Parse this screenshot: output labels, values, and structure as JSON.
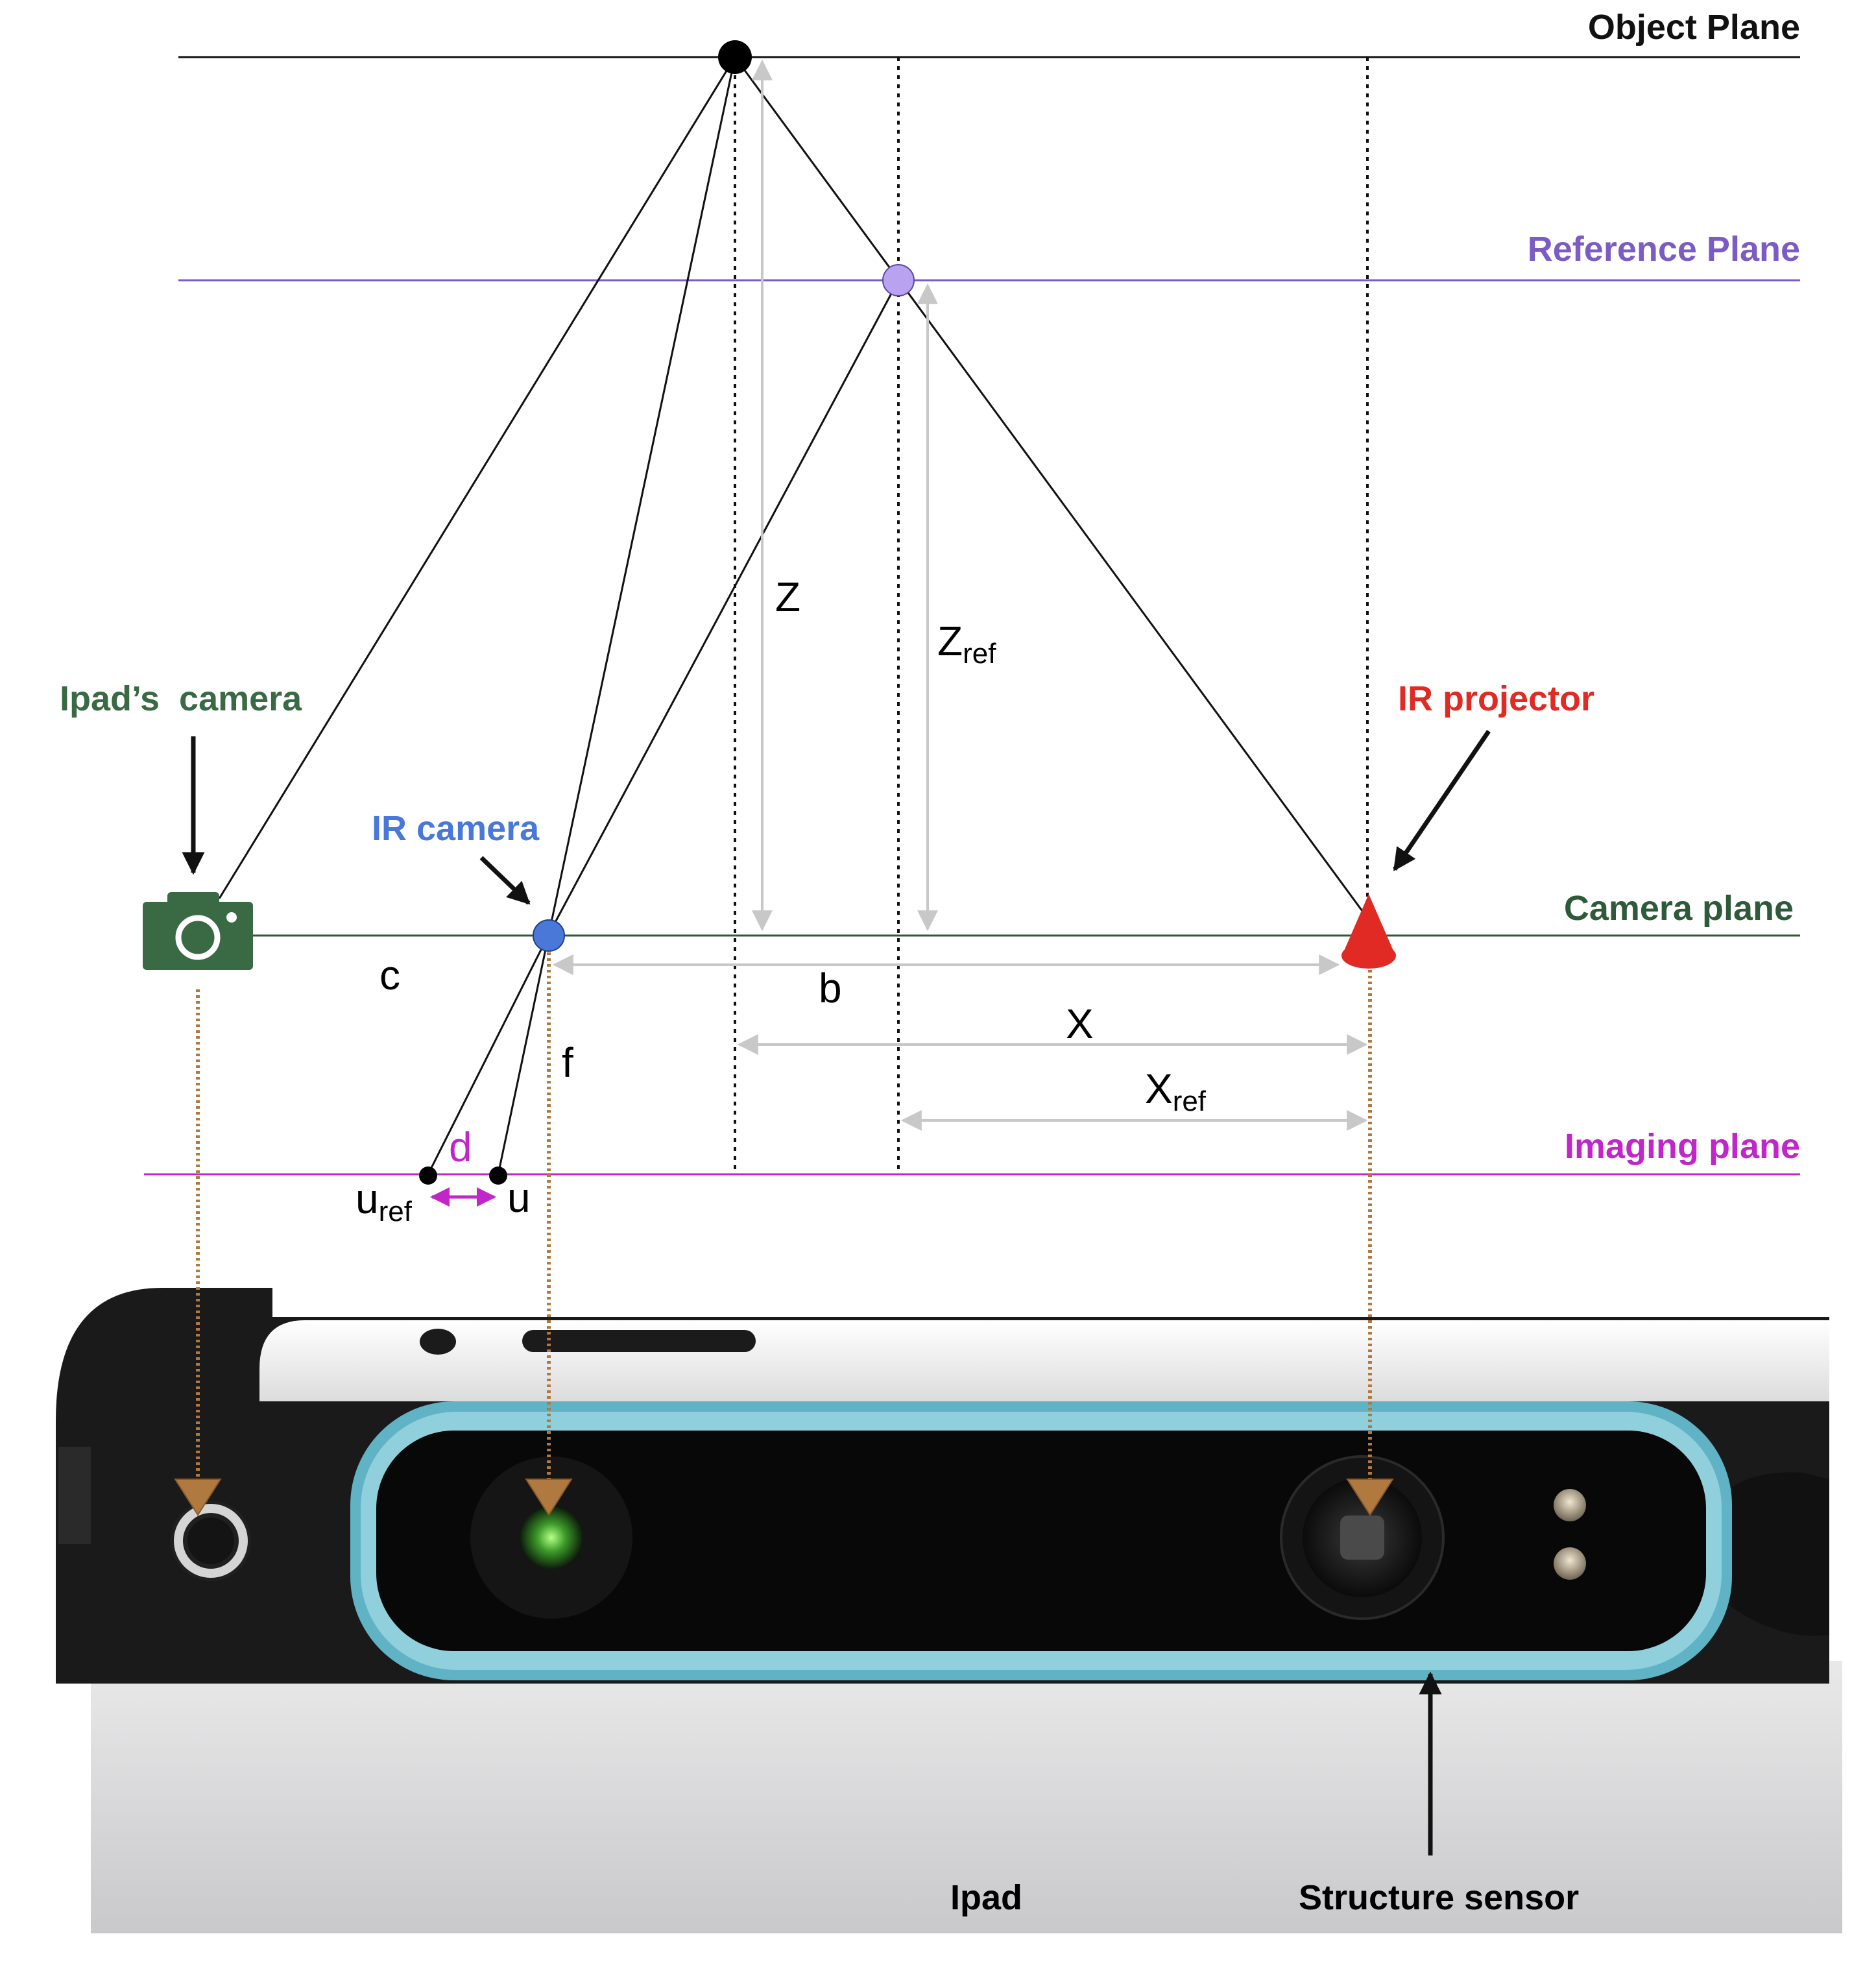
{
  "planes": {
    "object": {
      "label": "Object Plane",
      "color": "#111111"
    },
    "reference": {
      "label": "Reference Plane",
      "color": "#7a5cc4"
    },
    "camera": {
      "label": "Camera plane",
      "color": "#2f5a3a"
    },
    "imaging": {
      "label": "Imaging plane",
      "color": "#c026c9"
    }
  },
  "components": {
    "ipad_camera": {
      "label": "Ipad’s  camera",
      "color": "#3a6a44",
      "icon": "camera-icon"
    },
    "ir_camera": {
      "label": "IR camera",
      "color": "#4a78d8"
    },
    "ir_projector": {
      "label": "IR projector",
      "color": "#e12a24"
    }
  },
  "variables": {
    "Z": "Z",
    "Zref_main": "Z",
    "Zref_sub": "ref",
    "c": "c",
    "b": "b",
    "X": "X",
    "Xref_main": "X",
    "Xref_sub": "ref",
    "f": "f",
    "d": "d",
    "uref_main": "u",
    "uref_sub": "ref",
    "u": "u"
  },
  "device": {
    "ipad_label": "Ipad",
    "sensor_label": "Structure sensor"
  },
  "colors": {
    "ray": "#111111",
    "dimension": "#c8c8c8",
    "mapping_arrow": "#b0793f",
    "sensor_rim": "#5fb3c4",
    "ir_camera_point": "#4a78d8",
    "reference_point": "#b9a2f0",
    "d_arrow": "#c026c9"
  }
}
